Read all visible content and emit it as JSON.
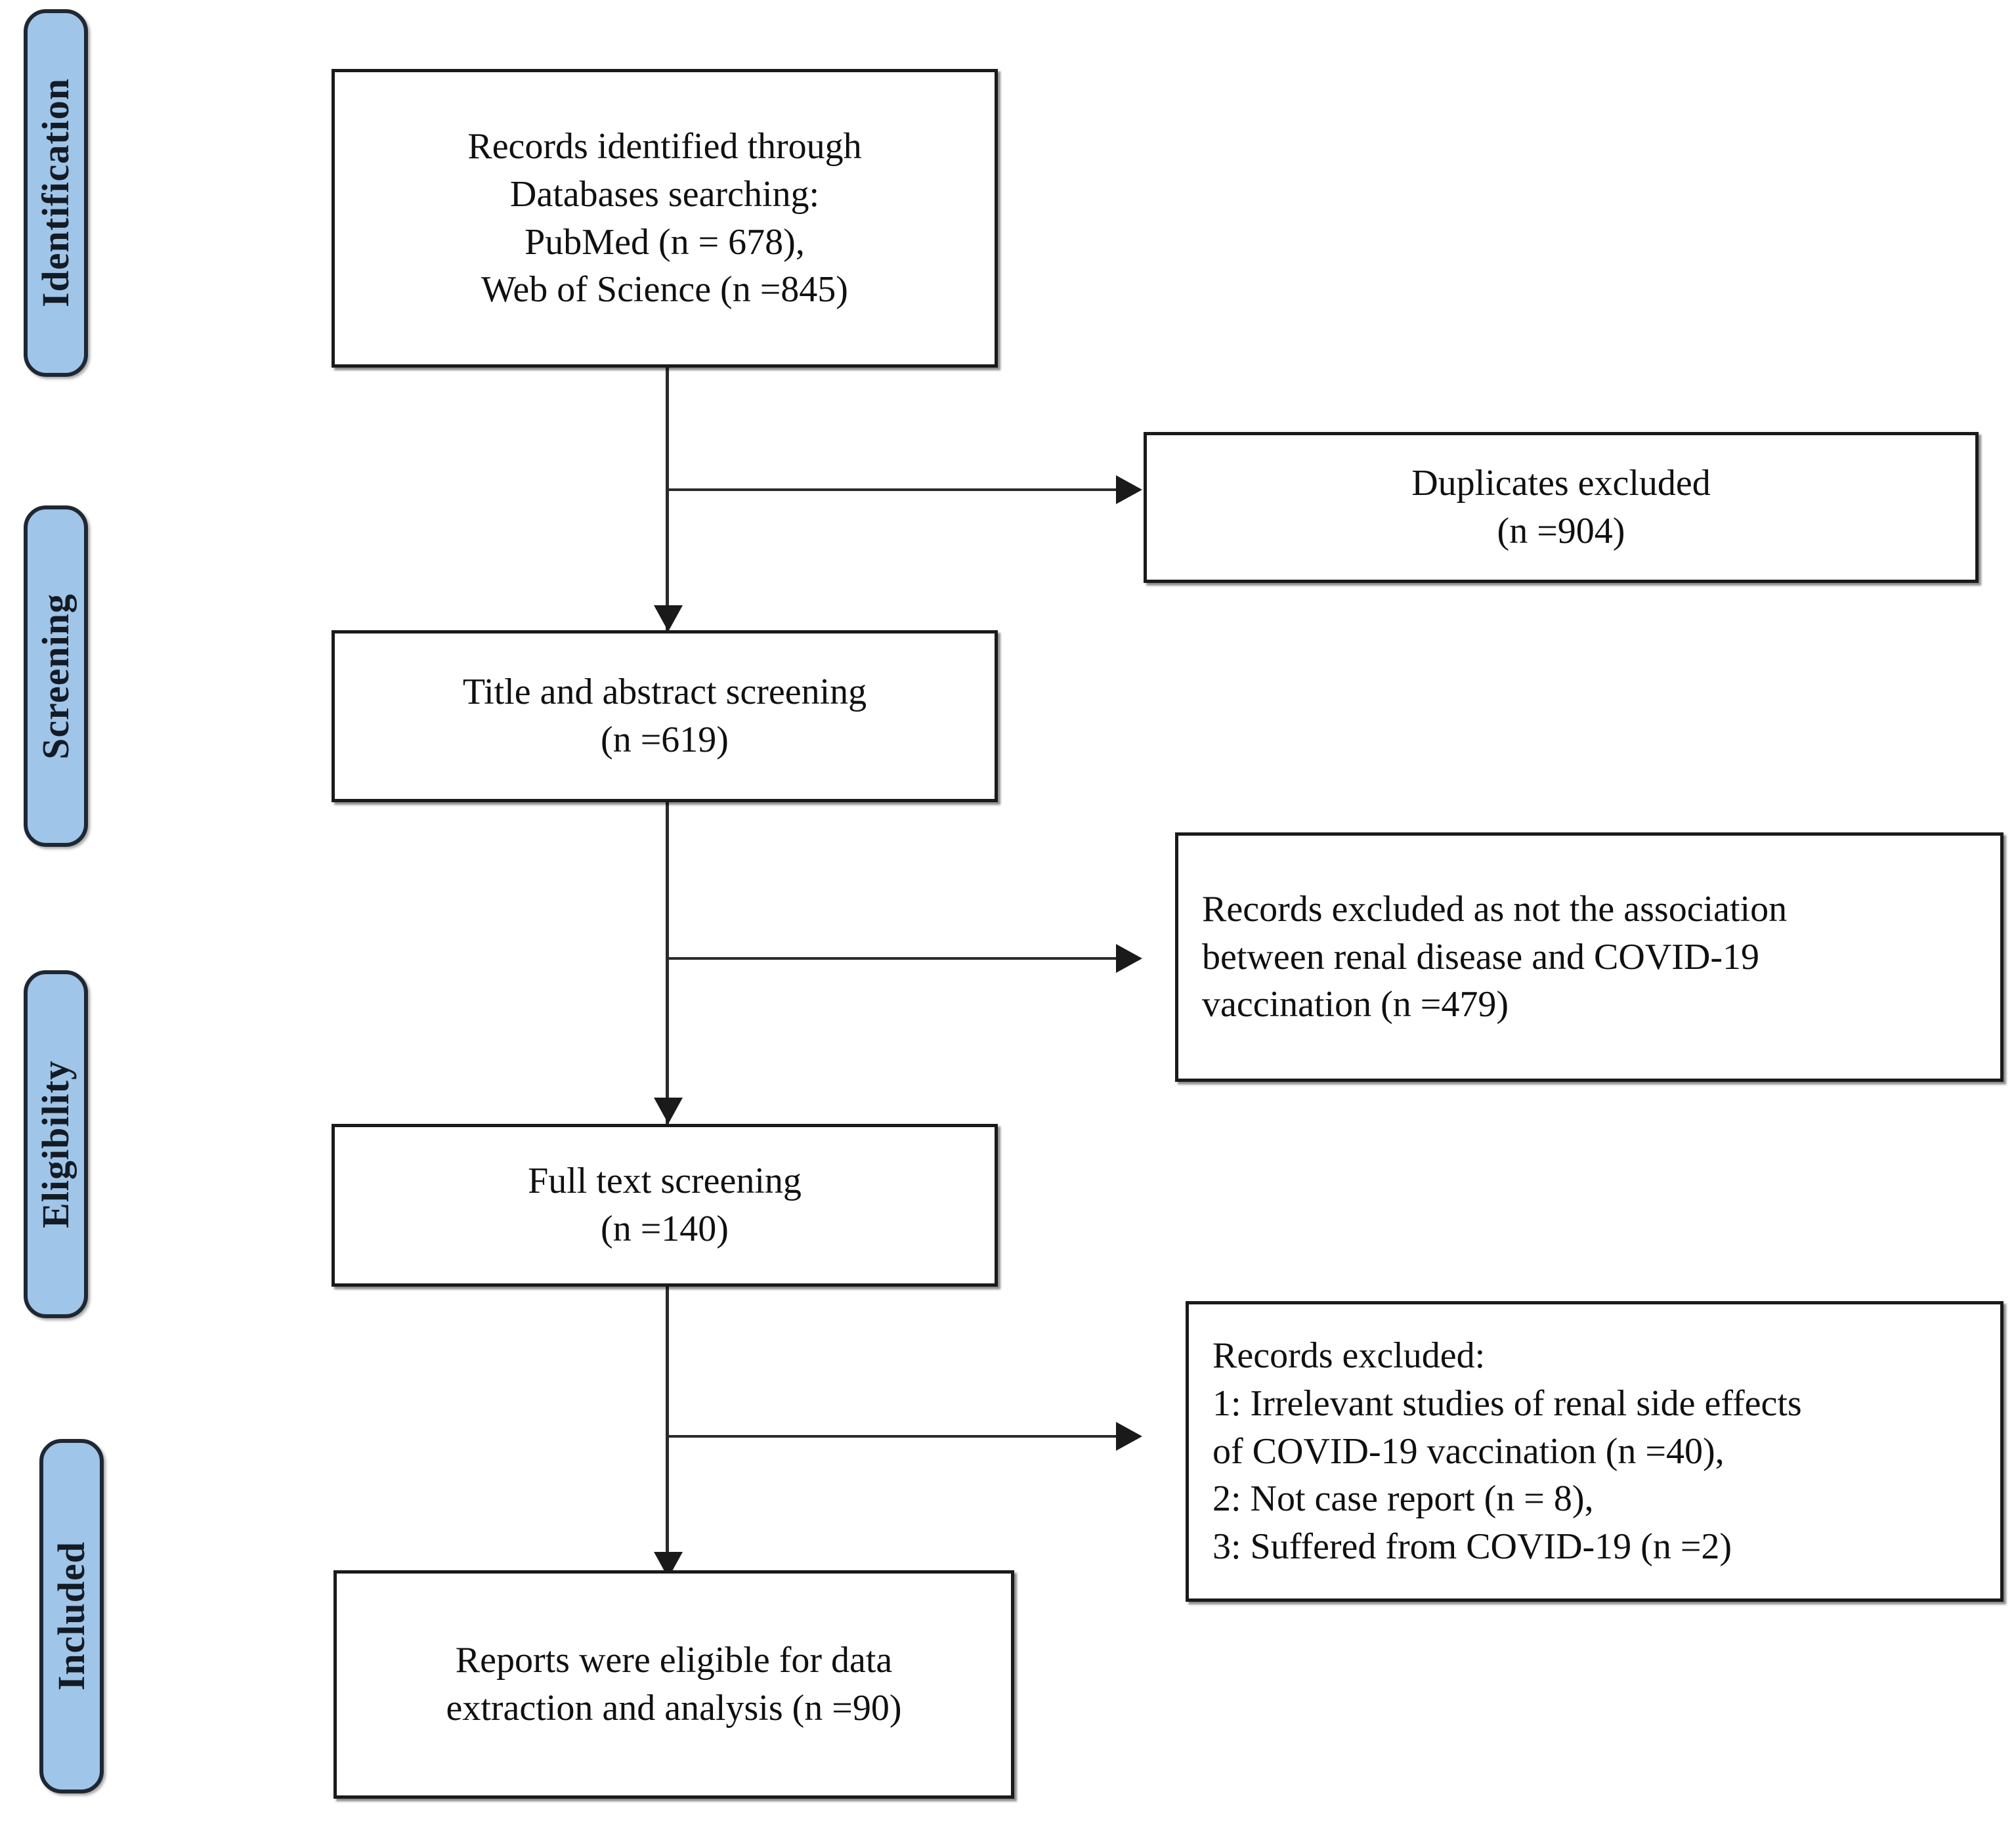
{
  "diagram": {
    "type": "prisma-flow-diagram",
    "title": "PRISMA study selection flow diagram",
    "accent_color": "#9FC5E8",
    "border_color": "#1a1a1a",
    "background_color": "#ffffff"
  },
  "stages": [
    {
      "id": "identification",
      "label": "Identification"
    },
    {
      "id": "screening",
      "label": "Screening"
    },
    {
      "id": "eligibility",
      "label": "Eligibility"
    },
    {
      "id": "included",
      "label": "Included"
    }
  ],
  "boxes": {
    "records_identified": {
      "id": "records-identified",
      "text": "Records identified through\nDatabases searching:\nPubMed (n = 678),\nWeb of Science (n =845)",
      "lines": [
        "Records identified through",
        "Databases searching:",
        "PubMed (n = 678),",
        "Web of Science (n =845)"
      ],
      "sources": [
        {
          "name": "PubMed",
          "n": 678
        },
        {
          "name": "Web of Science",
          "n": 845
        }
      ]
    },
    "duplicates_excluded": {
      "id": "duplicates-excluded",
      "text": "Duplicates excluded\n(n =904)",
      "lines": [
        "Duplicates excluded",
        "(n =904)"
      ],
      "n": 904
    },
    "title_abstract_screening": {
      "id": "title-abstract-screening",
      "text": "Title and abstract screening\n(n =619)",
      "lines": [
        "Title and abstract screening",
        "(n =619)"
      ],
      "n": 619
    },
    "records_excluded_association": {
      "id": "records-excluded-association",
      "text": "Records excluded as not the association\nbetween renal disease and COVID-19\nvaccination (n =479)",
      "lines": [
        "Records excluded as not the association",
        "between renal disease and COVID-19",
        "vaccination (n =479)"
      ],
      "n": 479
    },
    "full_text_screening": {
      "id": "full-text-screening",
      "text": "Full text screening\n(n =140)",
      "lines": [
        "Full text screening",
        "(n =140)"
      ],
      "n": 140
    },
    "records_excluded_reasons": {
      "id": "records-excluded-reasons",
      "heading": "Records excluded:",
      "text": "Records excluded:\n1: Irrelevant studies of renal side effects\n    of COVID-19 vaccination (n =40),\n2: Not case report (n = 8),\n3: Suffered from COVID-19 (n =2)",
      "lines": [
        "Records excluded:",
        "1: Irrelevant studies of renal side effects",
        "    of COVID-19 vaccination (n =40),",
        "2: Not case report (n = 8),",
        "3: Suffered from COVID-19 (n =2)"
      ],
      "reasons": [
        {
          "index": "1",
          "reason": "Irrelevant studies of renal side effects of COVID-19 vaccination",
          "n": 40
        },
        {
          "index": "2",
          "reason": "Not case report",
          "n": 8
        },
        {
          "index": "3",
          "reason": "Suffered from COVID-19",
          "n": 2
        }
      ]
    },
    "reports_eligible": {
      "id": "reports-eligible",
      "text": "Reports were eligible for data\nextraction and analysis (n =90)",
      "lines": [
        "Reports were eligible for data",
        "extraction and analysis (n =90)"
      ],
      "n": 90
    }
  }
}
